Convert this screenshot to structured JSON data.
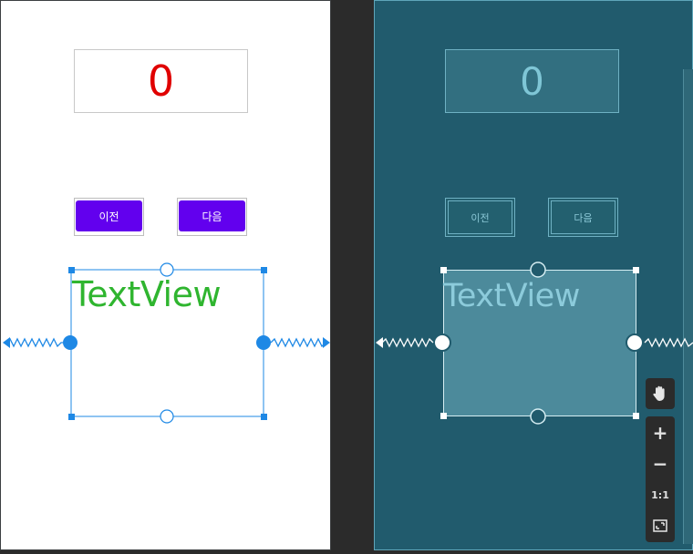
{
  "design": {
    "counter_value": "0",
    "prev_label": "이전",
    "next_label": "다음",
    "textview_label": "TextView",
    "colors": {
      "counter": "#e00000",
      "button": "#6200ee",
      "textview": "#2fb52f",
      "selection": "#1e88e5"
    }
  },
  "blueprint": {
    "counter_value": "0",
    "prev_label": "이전",
    "next_label": "다음",
    "textview_label": "TextView",
    "colors": {
      "background": "#215b6d",
      "outline": "#6fb1c3"
    }
  },
  "zoom_controls": {
    "pan_icon": "hand-icon",
    "zoom_in_icon": "plus-icon",
    "zoom_out_icon": "minus-icon",
    "actual_size_label": "1:1",
    "fit_icon": "fit-screen-icon"
  }
}
